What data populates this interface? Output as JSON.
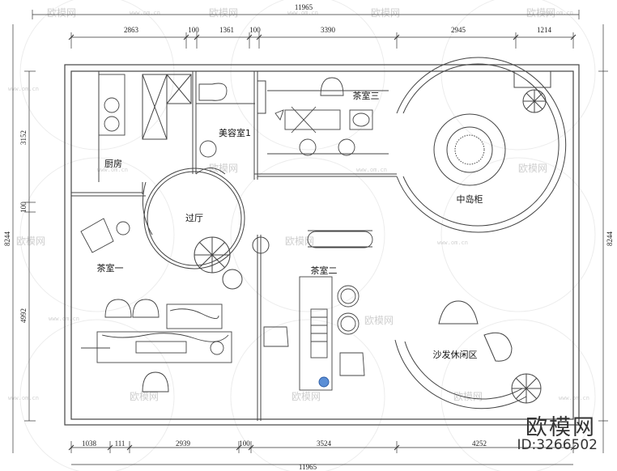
{
  "dimensions": {
    "top_total": "11965",
    "top": [
      "2863",
      "100",
      "1361",
      "100",
      "3390",
      "2945",
      "1214"
    ],
    "bottom": [
      "1038",
      "111",
      "2939",
      "100",
      "3524",
      "4252"
    ],
    "bottom_total": "11965",
    "left": [
      "3152",
      "100",
      "4992"
    ],
    "left_total": "8244",
    "right_total": "8244"
  },
  "rooms": {
    "kitchen": "厨房",
    "beauty_room": "美容室1",
    "tea_room_3": "茶室三",
    "hallway": "过厅",
    "island_cabinet": "中岛柜",
    "tea_room_1": "茶室一",
    "tea_room_2": "茶室二",
    "sofa_area": "沙发休闲区"
  },
  "watermark": {
    "brand": "欧模网",
    "url": "www.om.cn",
    "id": "ID:3266502"
  }
}
